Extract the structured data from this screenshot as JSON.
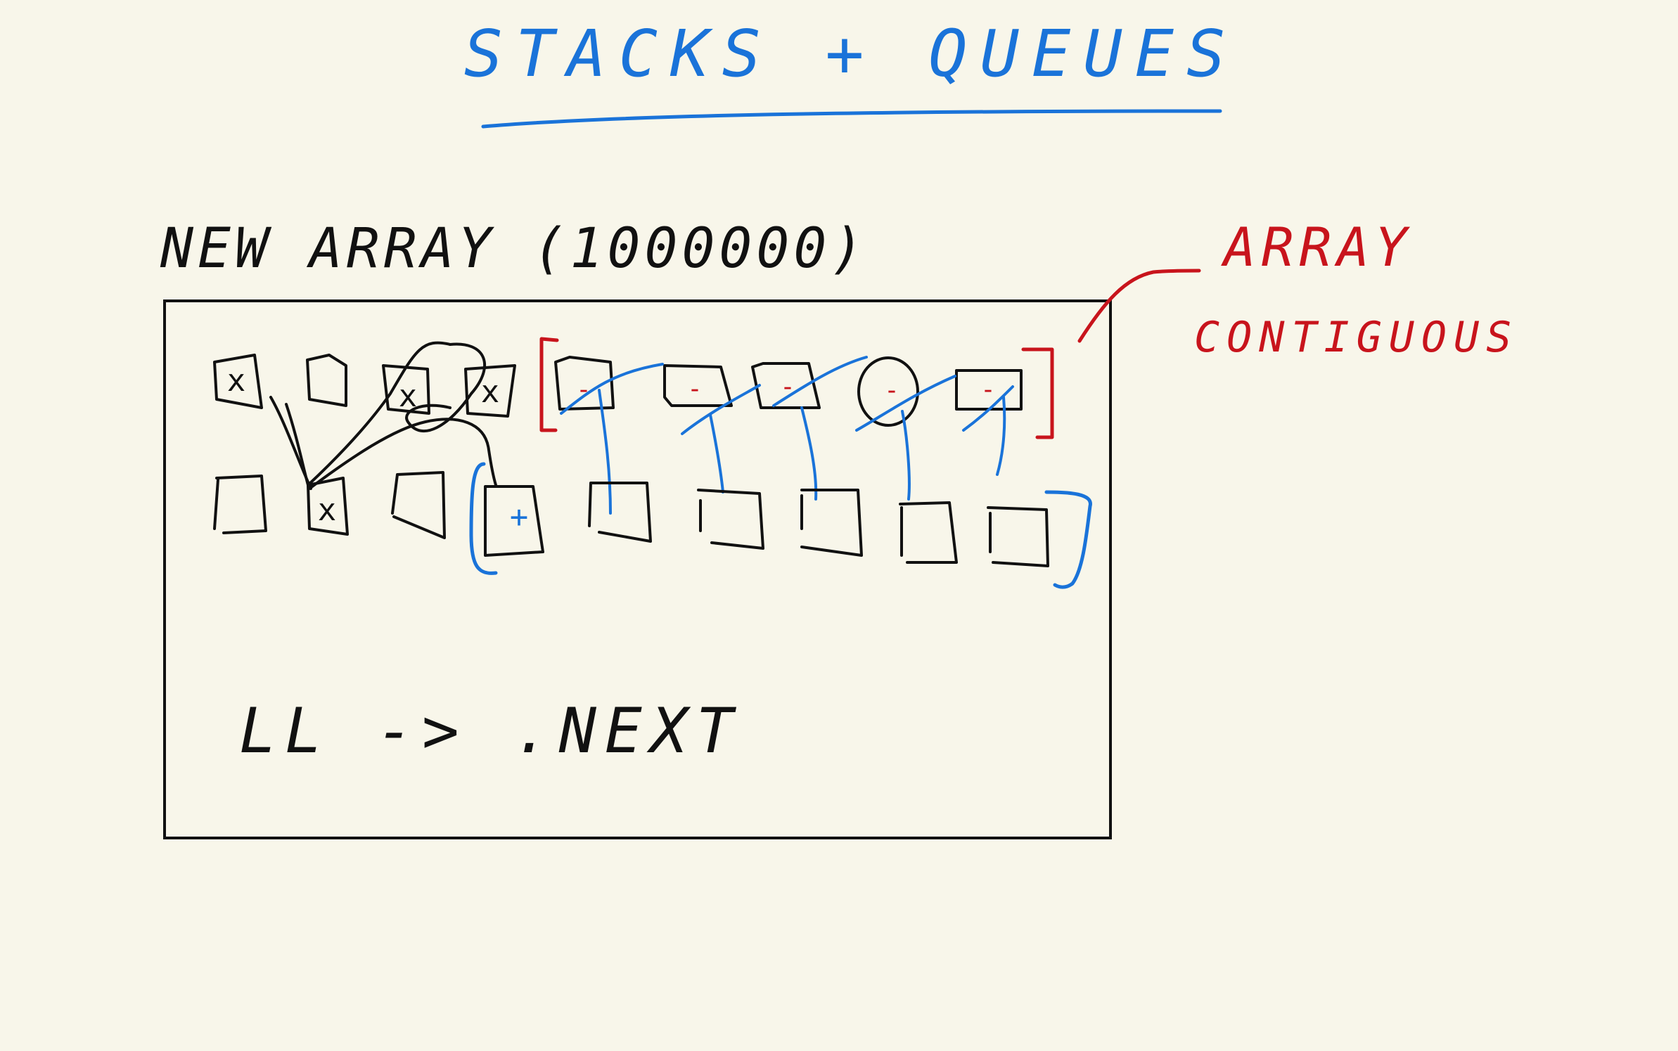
{
  "title": "STACKS + QUEUES",
  "colors": {
    "paper": "#f8f6ea",
    "black_ink": "#111111",
    "blue_ink": "#1a73d9",
    "red_ink": "#c8141c"
  },
  "labels": {
    "new_array": "NEW ARRAY (1000000)",
    "array_note": "ARRAY",
    "contiguous_note": "CONTIGUOUS",
    "linked_list_note": "LL -> .NEXT"
  },
  "cells": {
    "top_row_crossed_marks": [
      "x",
      "x",
      "x"
    ],
    "allocated_slot_marks": [
      "-",
      "-",
      "-",
      "-",
      "-"
    ],
    "bottom_row_marks": [
      "x",
      "+"
    ]
  }
}
